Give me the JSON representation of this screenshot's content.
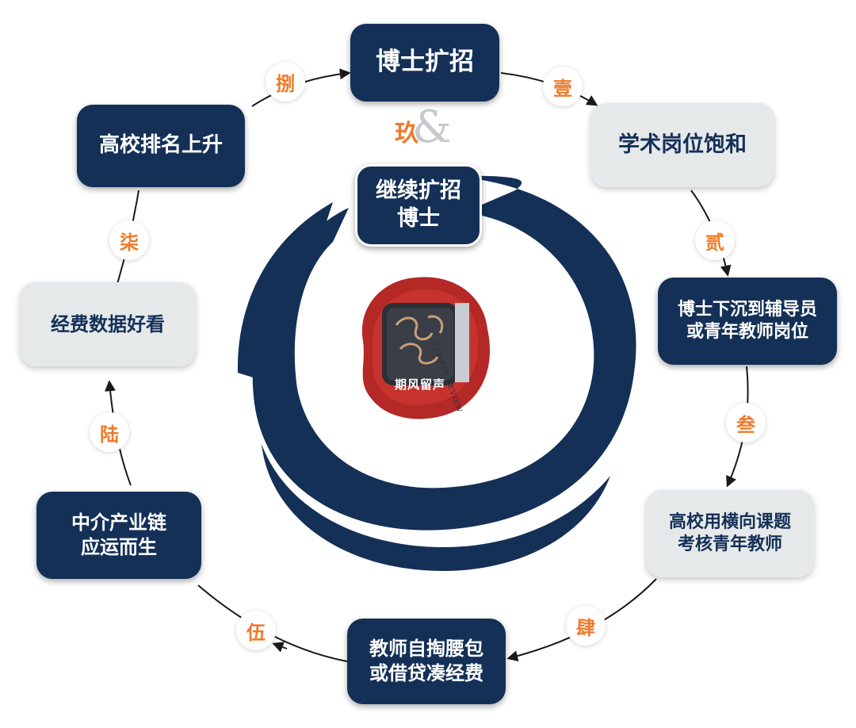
{
  "nodes": {
    "top": "博士扩招",
    "academic_saturation": "学术岗位饱和",
    "sink_to_counselor": "博士下沉到辅导员\n或青年教师岗位",
    "horizontal_projects": "高校用横向课题\n考核青年教师",
    "self_fund": "教师自掏腰包\n或借贷凑经费",
    "intermediary": "中介产业链\n应运而生",
    "good_funding_data": "经费数据好看",
    "ranking_up": "高校排名上升",
    "continue_expansion": "继续扩招\n博士"
  },
  "steps": {
    "s1": "壹",
    "s2": "贰",
    "s3": "叁",
    "s4": "肆",
    "s5": "伍",
    "s6": "陆",
    "s7": "柒",
    "s8": "捌",
    "s9": "玖"
  },
  "seal": {
    "label": "期风留声",
    "side_text": "ZEPHYR REVIEW"
  },
  "colors": {
    "navy": "#143057",
    "light_box": "#e6e9ea",
    "step_orange": "#ee7a2a",
    "seal_red": "#b42826"
  }
}
